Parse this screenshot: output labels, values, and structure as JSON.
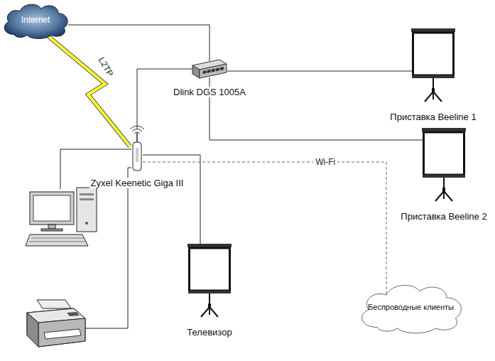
{
  "diagram": {
    "nodes": [
      {
        "text": [
          "Internet"
        ]
      },
      {
        "text": [
          "Dlink DGS 1005A"
        ]
      },
      {
        "text": [
          "Приставка Beeline 1"
        ]
      },
      {
        "text": [
          "Zyxel Keenetic Giga III"
        ]
      },
      {
        "text": [
          "Приставка Beeline 2"
        ]
      },
      {
        "text": [
          "Телевизор"
        ]
      },
      {
        "text": [
          "Беспроводные клиенты"
        ]
      }
    ],
    "edges": [
      {
        "from": 0,
        "to": 1,
        "arrow": "none"
      },
      {
        "from": 1,
        "to": 3,
        "arrow": "none"
      },
      {
        "from": 1,
        "to": 2,
        "arrow": "none"
      },
      {
        "from": 1,
        "to": 4,
        "arrow": "none"
      },
      {
        "from": 0,
        "to": 3,
        "label": "L2TP",
        "arrow": "none"
      },
      {
        "from": 3,
        "to": 5,
        "arrow": "none"
      },
      {
        "from": 3,
        "to": 6,
        "label": "Wi-Fi",
        "arrow": "none"
      }
    ]
  }
}
